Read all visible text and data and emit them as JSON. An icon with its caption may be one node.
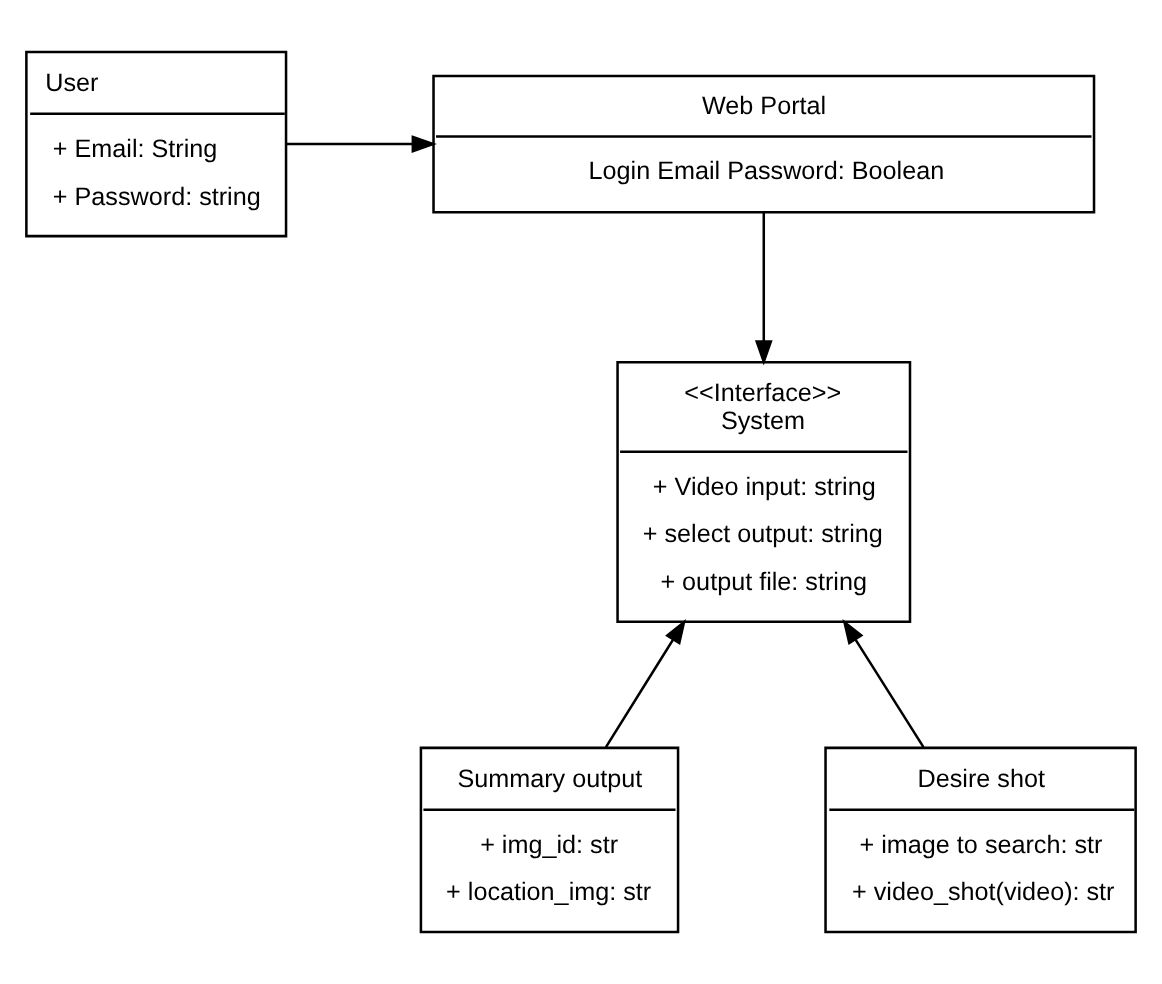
{
  "diagram": {
    "nodes": [
      {
        "text": [
          "User",
          "+ Email: String",
          "+ Password: string"
        ]
      },
      {
        "text": [
          "Web Portal",
          "Login Email Password: Boolean"
        ]
      },
      {
        "text": [
          "<<Interface>>",
          "System",
          "+ Video input: string",
          "+ select output: string",
          "+ output file: string"
        ]
      },
      {
        "text": [
          "Summary output",
          "+ img_id: str",
          "+ location_img: str"
        ]
      },
      {
        "text": [
          "Desire shot",
          "+ image to search: str",
          "+ video_shot(video): str"
        ]
      }
    ],
    "edges": [
      {
        "from": 0,
        "to": 1,
        "arrow": "to"
      },
      {
        "from": 1,
        "to": 2,
        "arrow": "to"
      },
      {
        "from": 3,
        "to": 2,
        "arrow": "to"
      },
      {
        "from": 4,
        "to": 2,
        "arrow": "to"
      }
    ]
  }
}
